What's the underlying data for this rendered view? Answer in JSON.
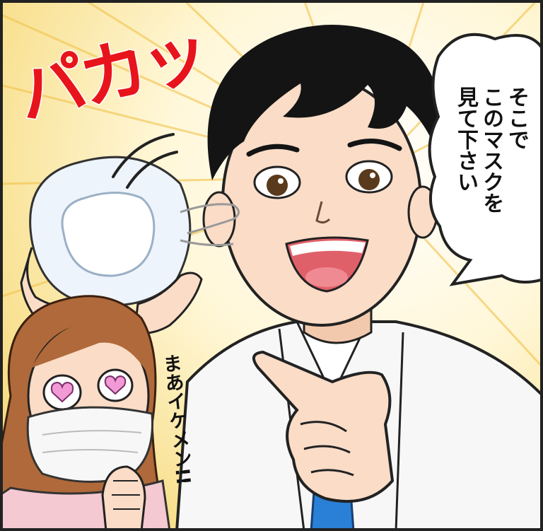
{
  "panel": {
    "sfx": "パカッ",
    "speech": {
      "lines": [
        "そこで",
        "このマスクを",
        "見て下さい"
      ]
    },
    "aside": "まあイケメン!!"
  },
  "colors": {
    "background_burst": "#fbe7a0",
    "sfx_red": "#e8141c",
    "skin": "#fadcc7",
    "hair_man": "#141414",
    "hair_woman": "#b0693a",
    "tie": "#2a7fd6",
    "heart_eyes": "#f29ad5",
    "scarf": "#f4c9d2",
    "mask": "#eef4fb"
  }
}
